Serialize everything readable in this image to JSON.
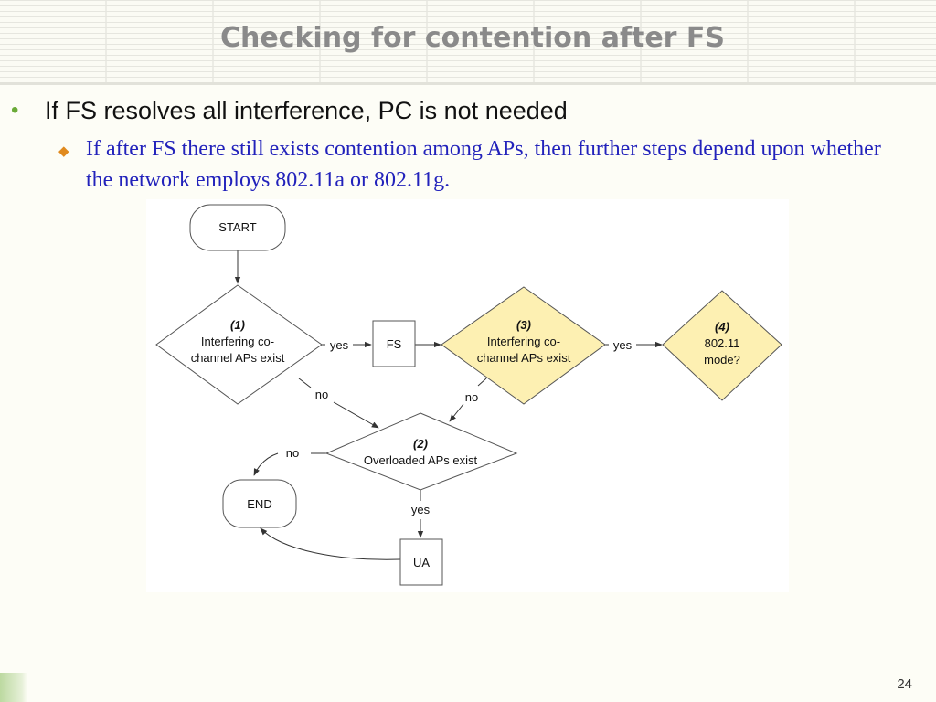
{
  "slide": {
    "title": "Checking for contention after FS",
    "bullet_level1": "If FS resolves all interference, PC is not needed",
    "bullet_level2": "If after FS there still exists contention among APs, then further steps depend upon whether the network employs 802.11a or 802.11g.",
    "page_number": "24"
  },
  "colors": {
    "highlight_fill": "#fdf0b2",
    "title_color": "#8a8a8a",
    "level2_text": "#2222bb",
    "bullet_green": "#6aaa37",
    "bullet_orange": "#e08a1e"
  },
  "flowchart": {
    "start": "START",
    "d1": {
      "num": "(1)",
      "line1": "Interfering co-",
      "line2": "channel APs exist"
    },
    "fs": "FS",
    "d3": {
      "num": "(3)",
      "line1": "Interfering co-",
      "line2": "channel APs exist"
    },
    "d4": {
      "num": "(4)",
      "line1": "802.11",
      "line2": "mode?"
    },
    "d2": {
      "num": "(2)",
      "line1": "Overloaded APs exist"
    },
    "end": "END",
    "ua": "UA",
    "edge_yes_1_fs": "yes",
    "edge_yes_3_4": "yes",
    "edge_no_1_2": "no",
    "edge_no_3_2": "no",
    "edge_no_2_end": "no",
    "edge_yes_2_ua": "yes"
  }
}
